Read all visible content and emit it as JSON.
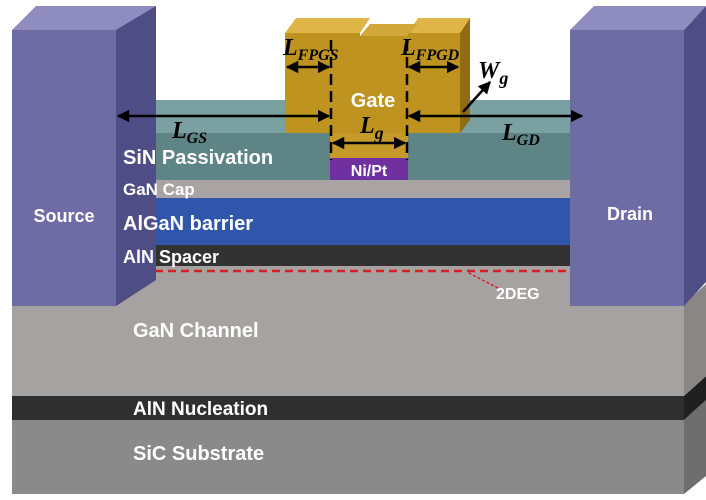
{
  "diagram": {
    "layers": {
      "sic_substrate": "SiC Substrate",
      "aln_nucleation": "AlN Nucleation",
      "gan_channel": "GaN Channel",
      "aln_spacer": "AlN Spacer",
      "algan_barrier": "AlGaN barrier",
      "gan_cap": "GaN Cap",
      "sin_passivation": "SiN Passivation"
    },
    "contacts": {
      "source": "Source",
      "drain": "Drain",
      "gate": "Gate",
      "gate_metal": "Ni/Pt"
    },
    "channel_label": "2DEG",
    "dimensions": {
      "lgs": {
        "base": "L",
        "sub": "GS"
      },
      "lgd": {
        "base": "L",
        "sub": "GD"
      },
      "lg": {
        "base": "L",
        "sub": "g"
      },
      "lfpgs": {
        "base": "L",
        "sub": "FPGS"
      },
      "lfpgd": {
        "base": "L",
        "sub": "FPGD"
      },
      "wg": {
        "base": "W",
        "sub": "g"
      }
    },
    "colors": {
      "substrate": "#8c8c8c",
      "nucleation": "#2f2f2f",
      "channel": "#a6a2a2",
      "spacer": "#323232",
      "barrier": "#2f56ab",
      "cap": "#a9a3a3",
      "passivation": "#5f8486",
      "contact": "#6e6ca5",
      "gate": "#bf9320",
      "gate_metal": "#7030a0",
      "twodeg": "#d42020"
    }
  }
}
